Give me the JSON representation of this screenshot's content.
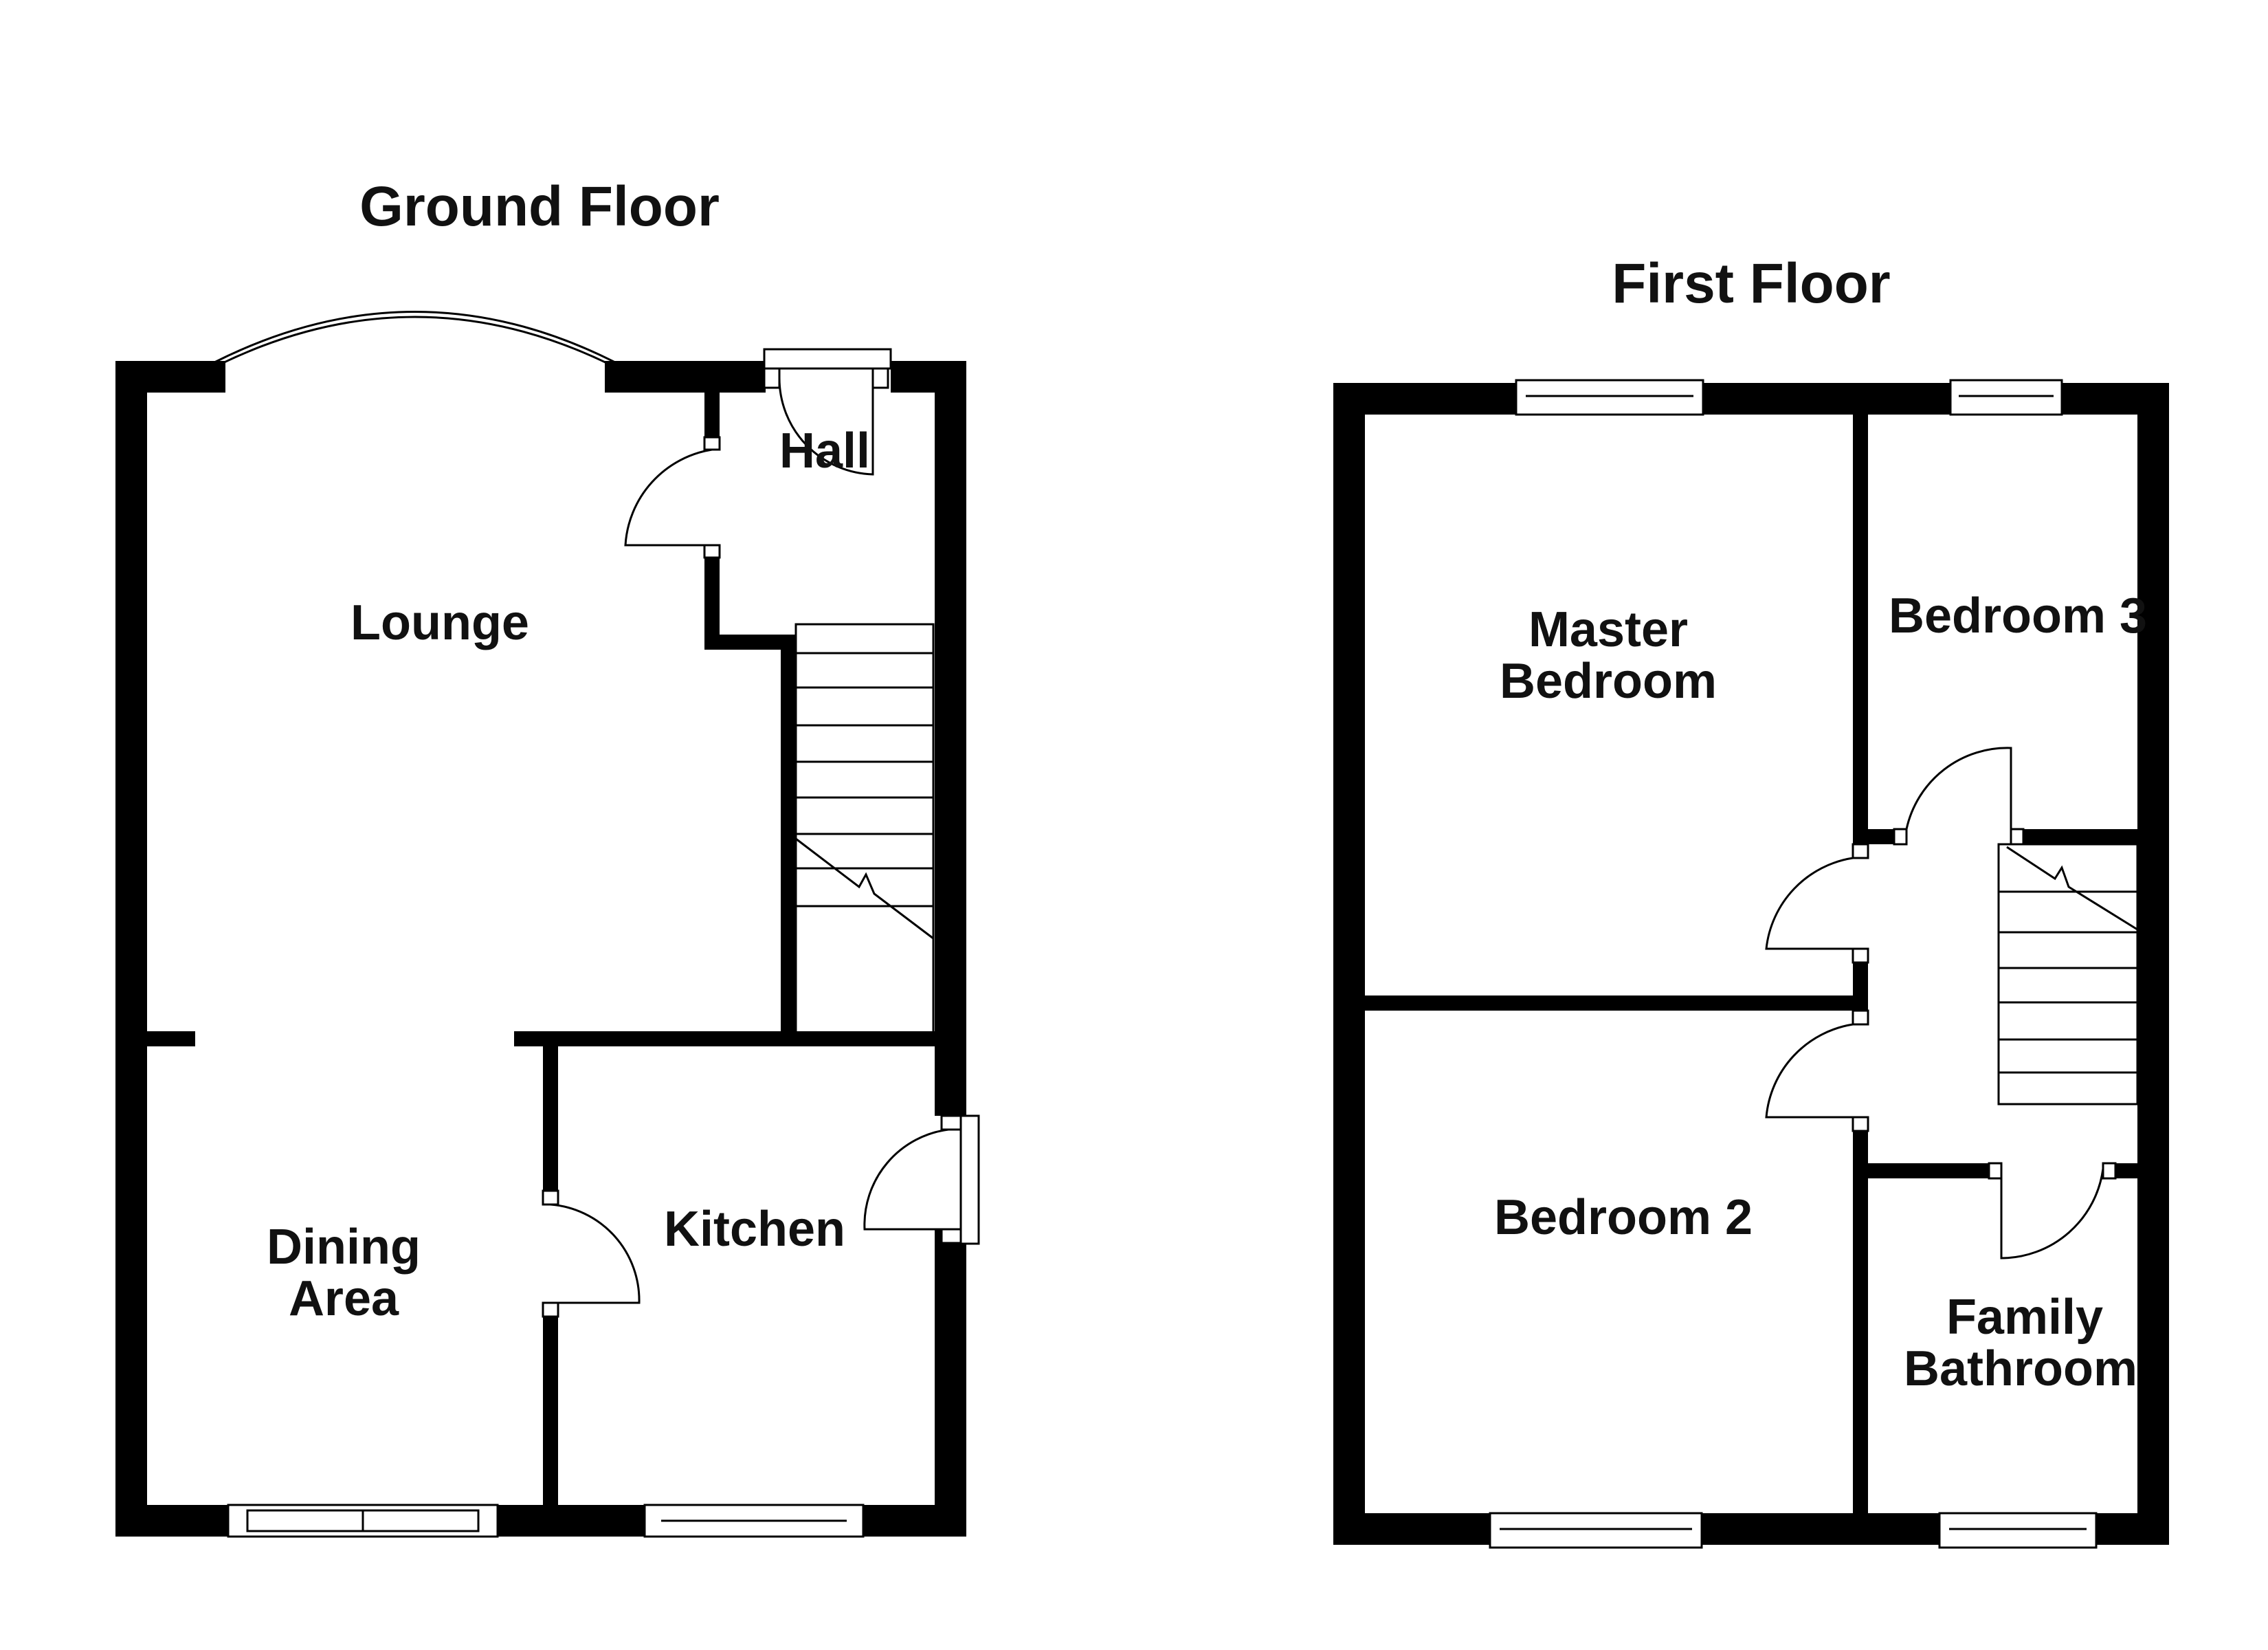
{
  "ground_floor": {
    "title": "Ground Floor",
    "rooms": {
      "lounge": "Lounge",
      "hall": "Hall",
      "dining_line1": "Dining",
      "dining_line2": "Area",
      "kitchen": "Kitchen"
    }
  },
  "first_floor": {
    "title": "First Floor",
    "rooms": {
      "master_line1": "Master",
      "master_line2": "Bedroom",
      "bedroom3": "Bedroom 3",
      "bedroom2": "Bedroom 2",
      "bathroom_line1": "Family",
      "bathroom_line2": "Bathroom"
    }
  },
  "colors": {
    "wall": "#000000",
    "background": "#ffffff",
    "text": "#111111"
  }
}
